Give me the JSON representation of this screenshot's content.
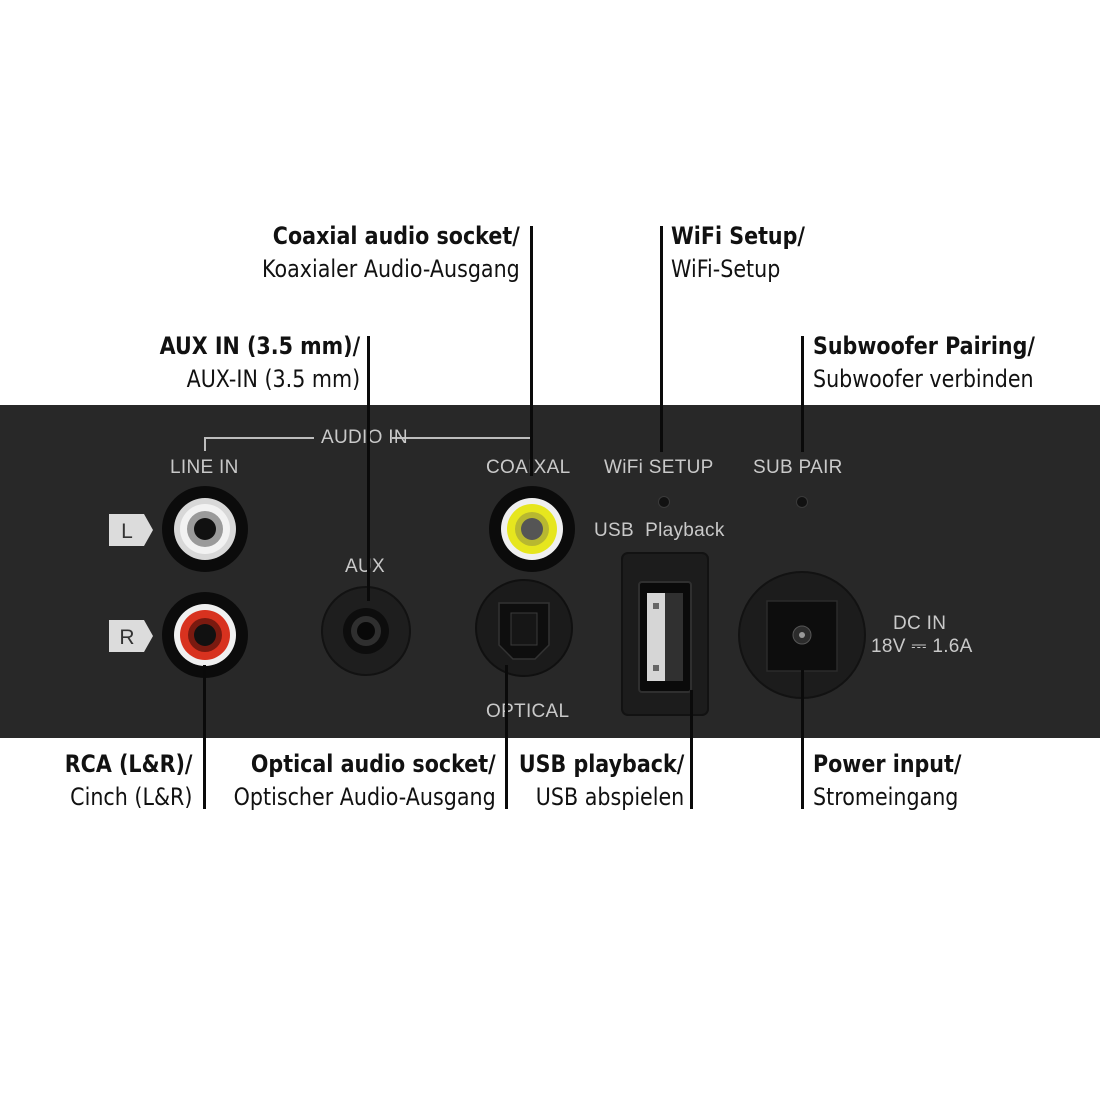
{
  "callouts": {
    "coaxial": {
      "bold": "Coaxial audio socket/",
      "normal": "Koaxialer Audio-Ausgang"
    },
    "wifi": {
      "bold": "WiFi Setup/",
      "normal": "WiFi-Setup"
    },
    "aux": {
      "bold": "AUX IN (3.5 mm)/",
      "normal": "AUX-IN (3.5 mm)"
    },
    "subwoofer": {
      "bold": "Subwoofer Pairing/",
      "normal": "Subwoofer verbinden"
    },
    "rca": {
      "bold": "RCA (L&R)/",
      "normal": "Cinch (L&R)"
    },
    "optical": {
      "bold": "Optical audio socket/",
      "normal": "Optischer Audio-Ausgang"
    },
    "usb": {
      "bold": "USB playback/",
      "normal": "USB abspielen"
    },
    "power": {
      "bold": "Power input/",
      "normal": "Stromeingang"
    }
  },
  "panel": {
    "audio_in": "AUDIO IN",
    "line_in": "LINE IN",
    "coaixal": "COAIXAL",
    "wifi_setup": "WiFi SETUP",
    "sub_pair": "SUB PAIR",
    "usb_playback": "USB  Playback",
    "aux": "AUX",
    "optical": "OPTICAL",
    "dc_in": "DC IN",
    "dc_rating": "18V ⎓ 1.6A",
    "left_tag": "L",
    "right_tag": "R"
  },
  "colors": {
    "panel": "#282828",
    "rca_left_ring": "#d8d8d8",
    "rca_right_ring": "#d8321f",
    "coax_ring": "#e6e61e",
    "label": "#c9c9c9"
  }
}
